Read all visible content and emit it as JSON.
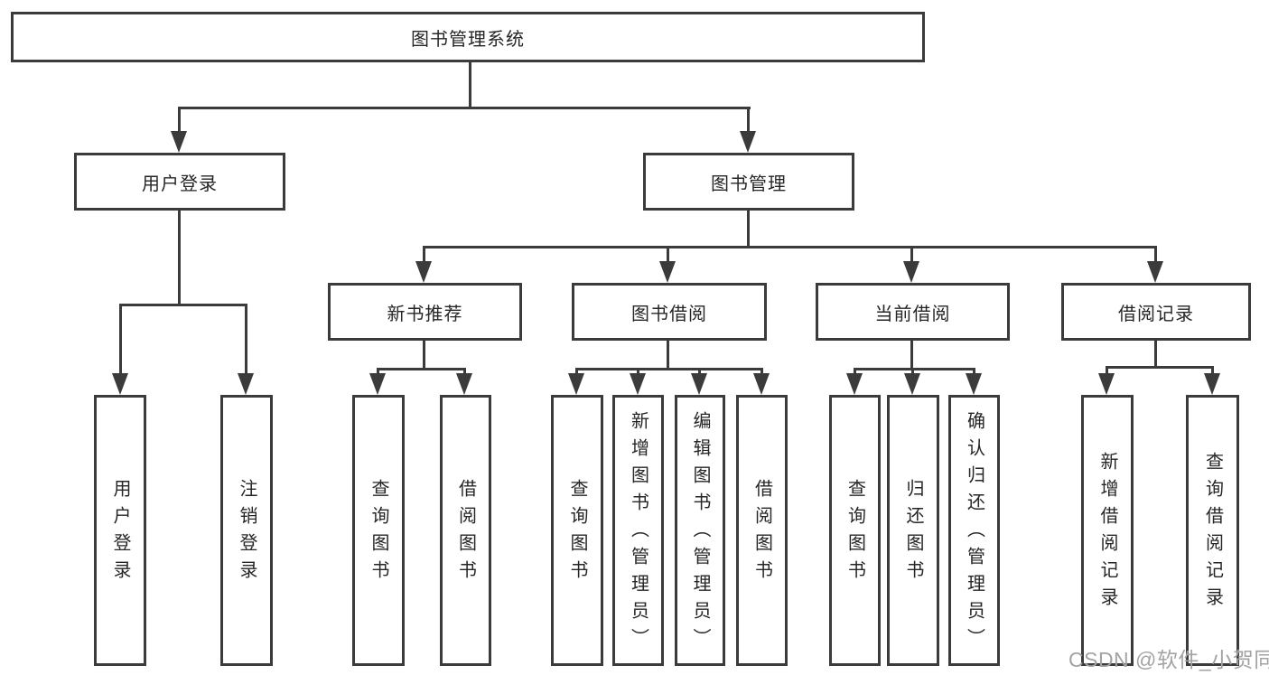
{
  "diagram": {
    "root": {
      "label": "图书管理系统"
    },
    "branches": [
      {
        "label": "用户登录",
        "children": [
          {
            "label": "用户登录"
          },
          {
            "label": "注销登录"
          }
        ]
      },
      {
        "label": "图书管理",
        "children": [
          {
            "label": "新书推荐",
            "children": [
              {
                "label": "查询图书"
              },
              {
                "label": "借阅图书"
              }
            ]
          },
          {
            "label": "图书借阅",
            "children": [
              {
                "label": "查询图书"
              },
              {
                "label": "新增图书（管理员）"
              },
              {
                "label": "编辑图书（管理员）"
              },
              {
                "label": "借阅图书"
              }
            ]
          },
          {
            "label": "当前借阅",
            "children": [
              {
                "label": "查询图书"
              },
              {
                "label": "归还图书"
              },
              {
                "label": "确认归还（管理员）"
              }
            ]
          },
          {
            "label": "借阅记录",
            "children": [
              {
                "label": "新增借阅记录"
              },
              {
                "label": "查询借阅记录"
              }
            ]
          }
        ]
      }
    ],
    "colors": {
      "line": "#3b3b3b",
      "text": "#262626",
      "watermark": "#a3a3a3",
      "background": "#ffffff"
    },
    "watermark": "CSDN @软件_小贺同学"
  }
}
